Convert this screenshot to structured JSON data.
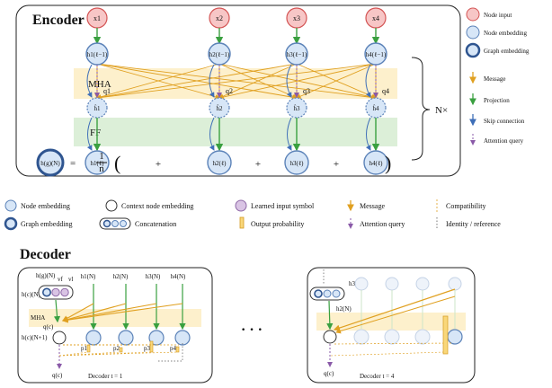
{
  "encoder": {
    "title": "Encoder",
    "inputs": [
      "x1",
      "x2",
      "x3",
      "x4"
    ],
    "embed_prev": [
      "h1(ℓ−1)",
      "h2(ℓ−1)",
      "h3(ℓ−1)",
      "h4(ℓ−1)"
    ],
    "queries": [
      "q1",
      "q2",
      "q3",
      "q4"
    ],
    "hat_nodes": [
      "ĥ1",
      "ĥ2",
      "ĥ3",
      "ĥ4"
    ],
    "embed_out": [
      "h1(ℓ)",
      "h2(ℓ)",
      "h3(ℓ)",
      "h4(ℓ)"
    ],
    "mha_label": "MHA",
    "ff_label": "FF",
    "repeat_label": "N×",
    "graph_embedding_label": "h(g)(N)",
    "equals": "=",
    "frac_num": "1",
    "frac_den": "n",
    "lparen": "(",
    "rparen": ")",
    "plus": "+"
  },
  "right_legend": [
    {
      "label": "Node input",
      "kind": "input"
    },
    {
      "label": "Node embedding",
      "kind": "node"
    },
    {
      "label": "Graph embedding",
      "kind": "graph"
    },
    {
      "label": "Message",
      "kind": "message"
    },
    {
      "label": "Projection",
      "kind": "projection"
    },
    {
      "label": "Skip connection",
      "kind": "skip"
    },
    {
      "label": "Attention query",
      "kind": "query"
    }
  ],
  "bottom_legend": {
    "node_embedding": "Node embedding",
    "graph_embedding": "Graph embedding",
    "context_node_embedding": "Context node embedding",
    "concatenation": "Concatenation",
    "learned_input_symbol": "Learned input symbol",
    "output_probability": "Output probability",
    "message": "Message",
    "attention_query": "Attention query",
    "compatibility": "Compatibility",
    "identity_reference": "Identity / reference"
  },
  "decoder": {
    "title": "Decoder",
    "ellipsis": "· · ·",
    "left": {
      "context_label": "h(c)(N)",
      "graph_label": "h(g)(N)",
      "vf_label": "vf",
      "vl_label": "vl",
      "mha_label": "MHA",
      "query_label": "q(c)",
      "context_updated_label": "h(c)(N+1)",
      "nodes": [
        "h1(N)",
        "h2(N)",
        "h3(N)",
        "h4(N)"
      ],
      "probs": [
        "p1",
        "p2",
        "p3",
        "p4"
      ],
      "final_query_label": "q(c)",
      "caption": "Decoder t = 1"
    },
    "right": {
      "h3_label": "h3",
      "h2_label": "h2(N)",
      "query_label": "q(c)",
      "caption": "Decoder t = 4"
    }
  },
  "colors": {
    "input_fill": "#f7c6c6",
    "input_stroke": "#d45555",
    "node_fill": "#d7e6f7",
    "node_stroke": "#5b82b8",
    "graph_stroke": "#2f5590",
    "learned_fill": "#d9c4e4",
    "learned_stroke": "#8f6aa8",
    "message": "#e0a020",
    "projection": "#3aa040",
    "skip": "#3f6fb8",
    "query": "#8a5aa8",
    "mha_band": "#fdf0cc",
    "ff_band": "#dcefd8"
  }
}
